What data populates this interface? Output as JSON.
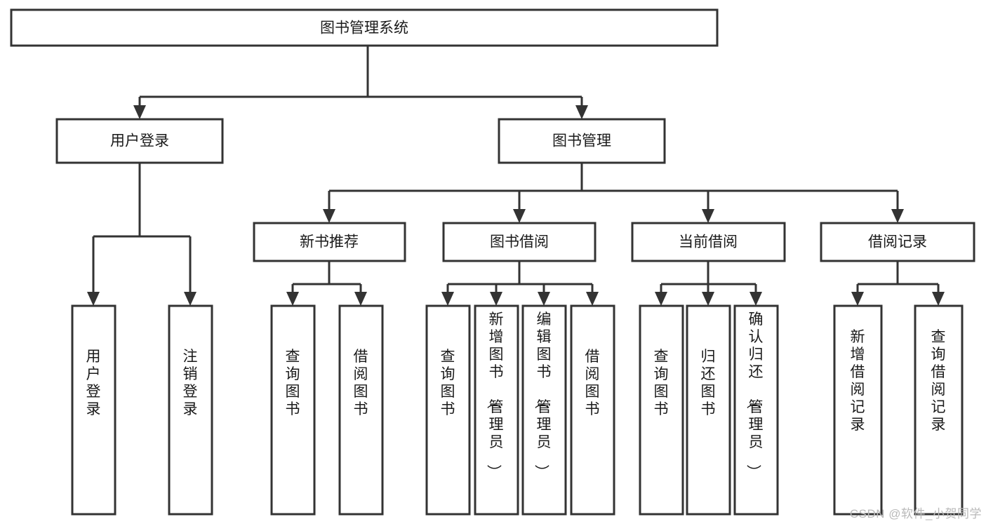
{
  "diagram": {
    "title": "图书管理系统",
    "watermark": "CSDN @软件_小贺同学",
    "type": "tree-hierarchy",
    "orientation": "top-down",
    "colors": {
      "stroke": "#333333",
      "fill": "#ffffff",
      "text": "#1a1a1a",
      "watermark": "#b9b9b9"
    },
    "root": {
      "id": "root",
      "label": "图书管理系统"
    },
    "level2": [
      {
        "id": "user-login",
        "label": "用户登录"
      },
      {
        "id": "book-manage",
        "label": "图书管理"
      }
    ],
    "level3": [
      {
        "id": "new-book-recommend",
        "label": "新书推荐",
        "parent": "book-manage"
      },
      {
        "id": "book-borrow",
        "label": "图书借阅",
        "parent": "book-manage"
      },
      {
        "id": "current-borrow",
        "label": "当前借阅",
        "parent": "book-manage"
      },
      {
        "id": "borrow-record",
        "label": "借阅记录",
        "parent": "book-manage"
      }
    ],
    "leaves": [
      {
        "id": "leaf-user-login",
        "label": "用户登录",
        "parent": "user-login"
      },
      {
        "id": "leaf-user-logout",
        "label": "注销登录",
        "parent": "user-login"
      },
      {
        "id": "leaf-query-book-1",
        "label": "查询图书",
        "parent": "new-book-recommend"
      },
      {
        "id": "leaf-borrow-book-1",
        "label": "借阅图书",
        "parent": "new-book-recommend"
      },
      {
        "id": "leaf-query-book-2",
        "label": "查询图书",
        "parent": "book-borrow"
      },
      {
        "id": "leaf-add-book",
        "label": "新增图书（管理员）",
        "parent": "book-borrow"
      },
      {
        "id": "leaf-edit-book",
        "label": "编辑图书（管理员）",
        "parent": "book-borrow"
      },
      {
        "id": "leaf-borrow-book-2",
        "label": "借阅图书",
        "parent": "book-borrow"
      },
      {
        "id": "leaf-query-book-3",
        "label": "查询图书",
        "parent": "current-borrow"
      },
      {
        "id": "leaf-return-book",
        "label": "归还图书",
        "parent": "current-borrow"
      },
      {
        "id": "leaf-confirm-return",
        "label": "确认归还（管理员）",
        "parent": "current-borrow"
      },
      {
        "id": "leaf-add-record",
        "label": "新增借阅记录",
        "parent": "borrow-record"
      },
      {
        "id": "leaf-query-record",
        "label": "查询借阅记录",
        "parent": "borrow-record"
      }
    ]
  }
}
